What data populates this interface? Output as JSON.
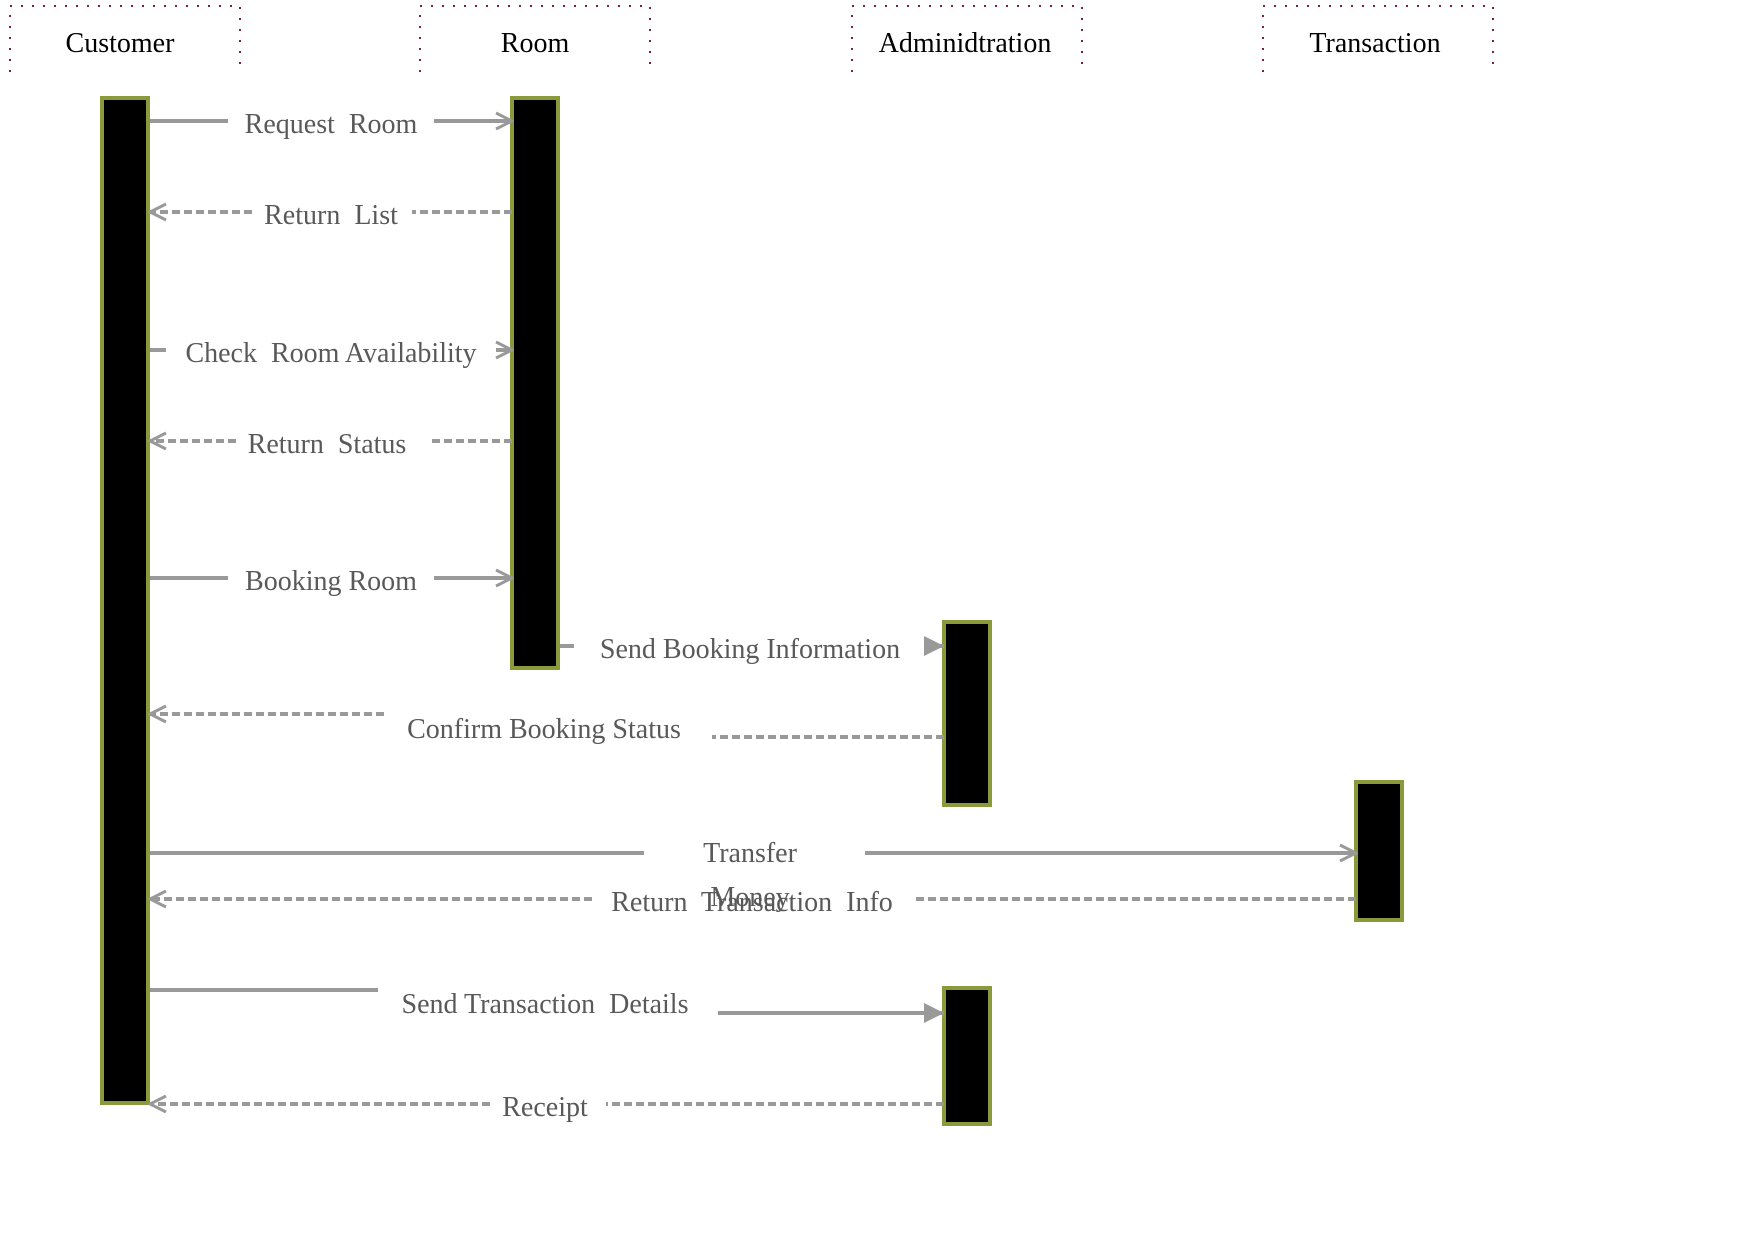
{
  "diagram": {
    "type": "sequence",
    "colors": {
      "header_border": "#7a1f3d",
      "activation_fill": "#000000",
      "activation_border": "#8a9a3b",
      "message_line": "#999999",
      "header_text": "#000000",
      "message_text": "#595959"
    },
    "participants": [
      {
        "id": "customer",
        "label": "Customer"
      },
      {
        "id": "room",
        "label": "Room"
      },
      {
        "id": "administration",
        "label": "Adminidtration"
      },
      {
        "id": "transaction",
        "label": "Transaction"
      }
    ],
    "messages": [
      {
        "id": "request-room",
        "label": "Request  Room",
        "style": "solid"
      },
      {
        "id": "return-list",
        "label": "Return  List",
        "style": "dashed"
      },
      {
        "id": "check-room-availability",
        "label": "Check  Room Availability",
        "style": "solid"
      },
      {
        "id": "return-status",
        "label": "Return  Status",
        "style": "dashed"
      },
      {
        "id": "booking-room",
        "label": "Booking Room",
        "style": "solid"
      },
      {
        "id": "send-booking-information",
        "label": "Send Booking Information",
        "style": "solid"
      },
      {
        "id": "confirm-booking-status",
        "label": "Confirm Booking Status",
        "style": "dashed"
      },
      {
        "id": "transfer-money",
        "label": "Transfer",
        "label_2": "Money",
        "style": "solid"
      },
      {
        "id": "return-transaction-info",
        "label": "Return  Transaction  Info",
        "style": "dashed"
      },
      {
        "id": "send-transaction-details",
        "label": "Send Transaction  Details",
        "style": "solid"
      },
      {
        "id": "receipt",
        "label": "Receipt",
        "style": "dashed"
      }
    ]
  }
}
